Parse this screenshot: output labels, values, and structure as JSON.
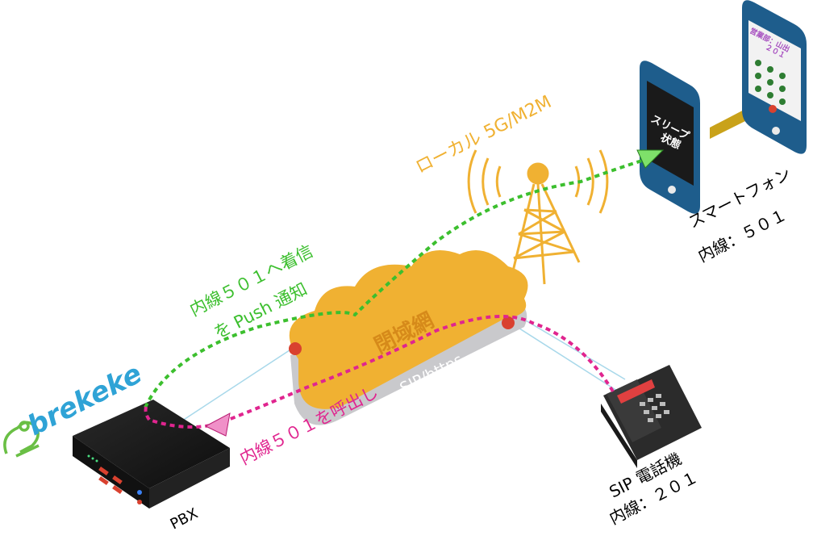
{
  "logo": {
    "text": "brekeke",
    "color": "#2fa3d6",
    "mascot_color": "#6abf45"
  },
  "pbx": {
    "label": "PBX"
  },
  "network": {
    "name": "閉域網",
    "protocol": "SIP/https",
    "cloud_color": "#f0b132"
  },
  "antenna": {
    "label": "ローカル 5G/M2M",
    "color": "#f0b132"
  },
  "smartphone_sleep": {
    "screen_line1": "スリープ",
    "screen_line2": "状態"
  },
  "smartphone_active": {
    "screen_line1": "営業部：山出",
    "screen_line2": "２０１"
  },
  "smartphone_label": {
    "line1": "スマートフォン",
    "line2": "内線：５０１"
  },
  "sip_phone_label": {
    "line1": "SIP 電話機",
    "line2": "内線：２０１"
  },
  "push_notice": {
    "line1": "内線５０１へ着信",
    "line2": "を Push 通知",
    "color": "#3cbf2e"
  },
  "call_notice": {
    "text": "内線５０１を呼出し",
    "color": "#e0258f"
  }
}
